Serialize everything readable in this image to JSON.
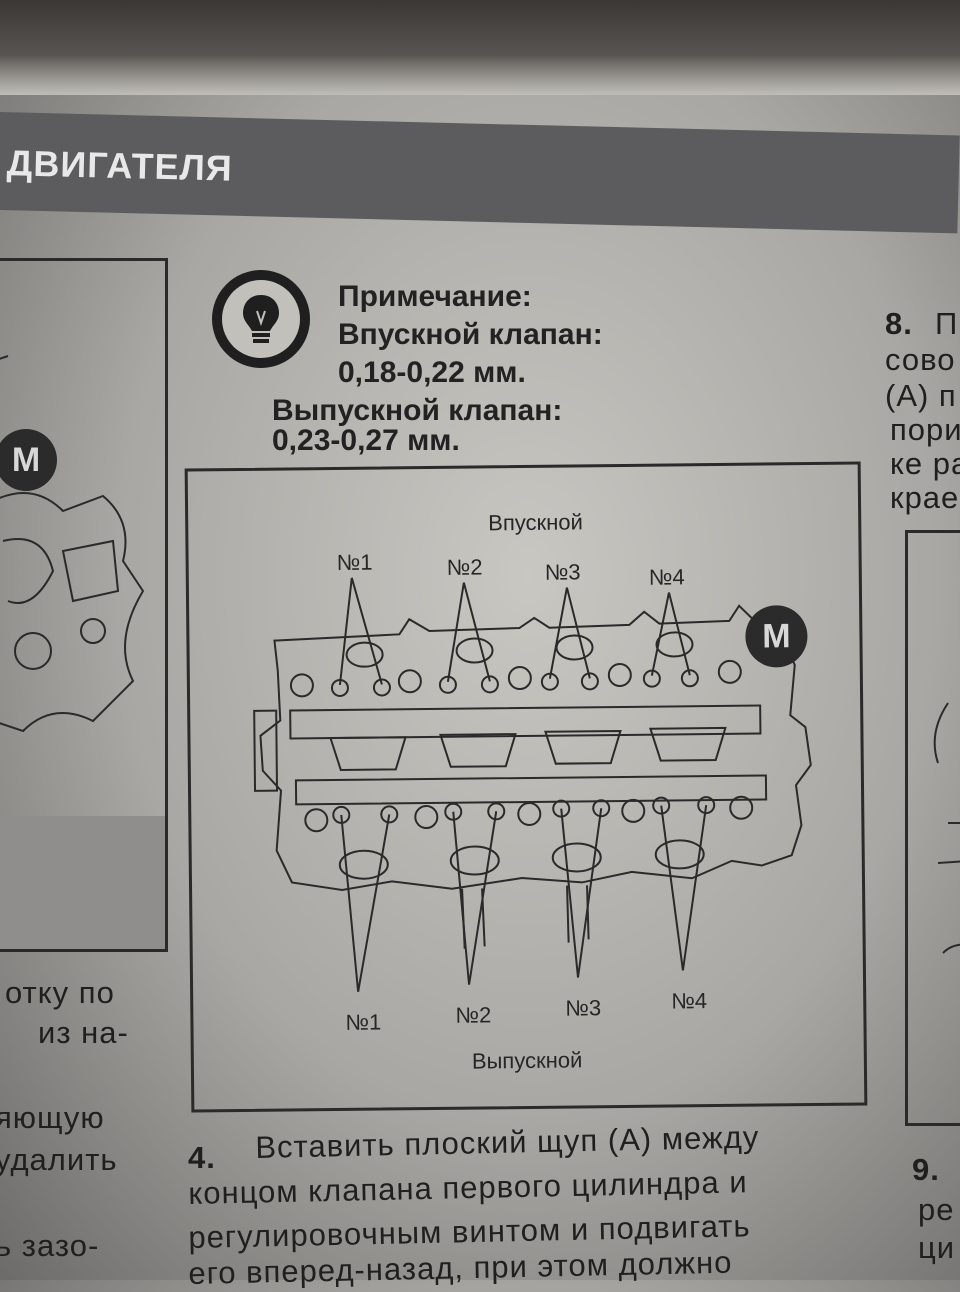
{
  "header": {
    "title": "ДВИГАТЕЛЯ"
  },
  "note": {
    "heading": "Примечание:",
    "intake_label": "Впускной клапан:",
    "intake_value": "0,18-0,22 мм.",
    "exhaust_label": "Выпускной клапан:",
    "exhaust_value": "0,23-0,27 мм."
  },
  "figure": {
    "top_caption": "Впускной",
    "bottom_caption": "Выпускной",
    "top_numbers": [
      "№1",
      "№2",
      "№3",
      "№4"
    ],
    "bottom_numbers": [
      "№1",
      "№2",
      "№3",
      "№4"
    ]
  },
  "left_column": [
    "отку по",
    "из на-",
    "яющую",
    "удалить",
    "ь зазо-"
  ],
  "right_column": {
    "step8_num": "8.",
    "step8_lines": [
      "П",
      "сово",
      "(А) п",
      "пори",
      "ке ра",
      "крае"
    ],
    "step9_num": "9.",
    "step9_lines": [
      "ре",
      "ци"
    ]
  },
  "step4": {
    "num": "4.",
    "lines": [
      "Вставить плоский щуп (А) между",
      "концом клапана первого цилиндра и",
      "регулировочным винтом и подвигать",
      "его вперед-назад, при этом должно"
    ]
  },
  "logos": {
    "letter": "M"
  },
  "icons": {
    "note_icon": "lightbulb-icon"
  }
}
